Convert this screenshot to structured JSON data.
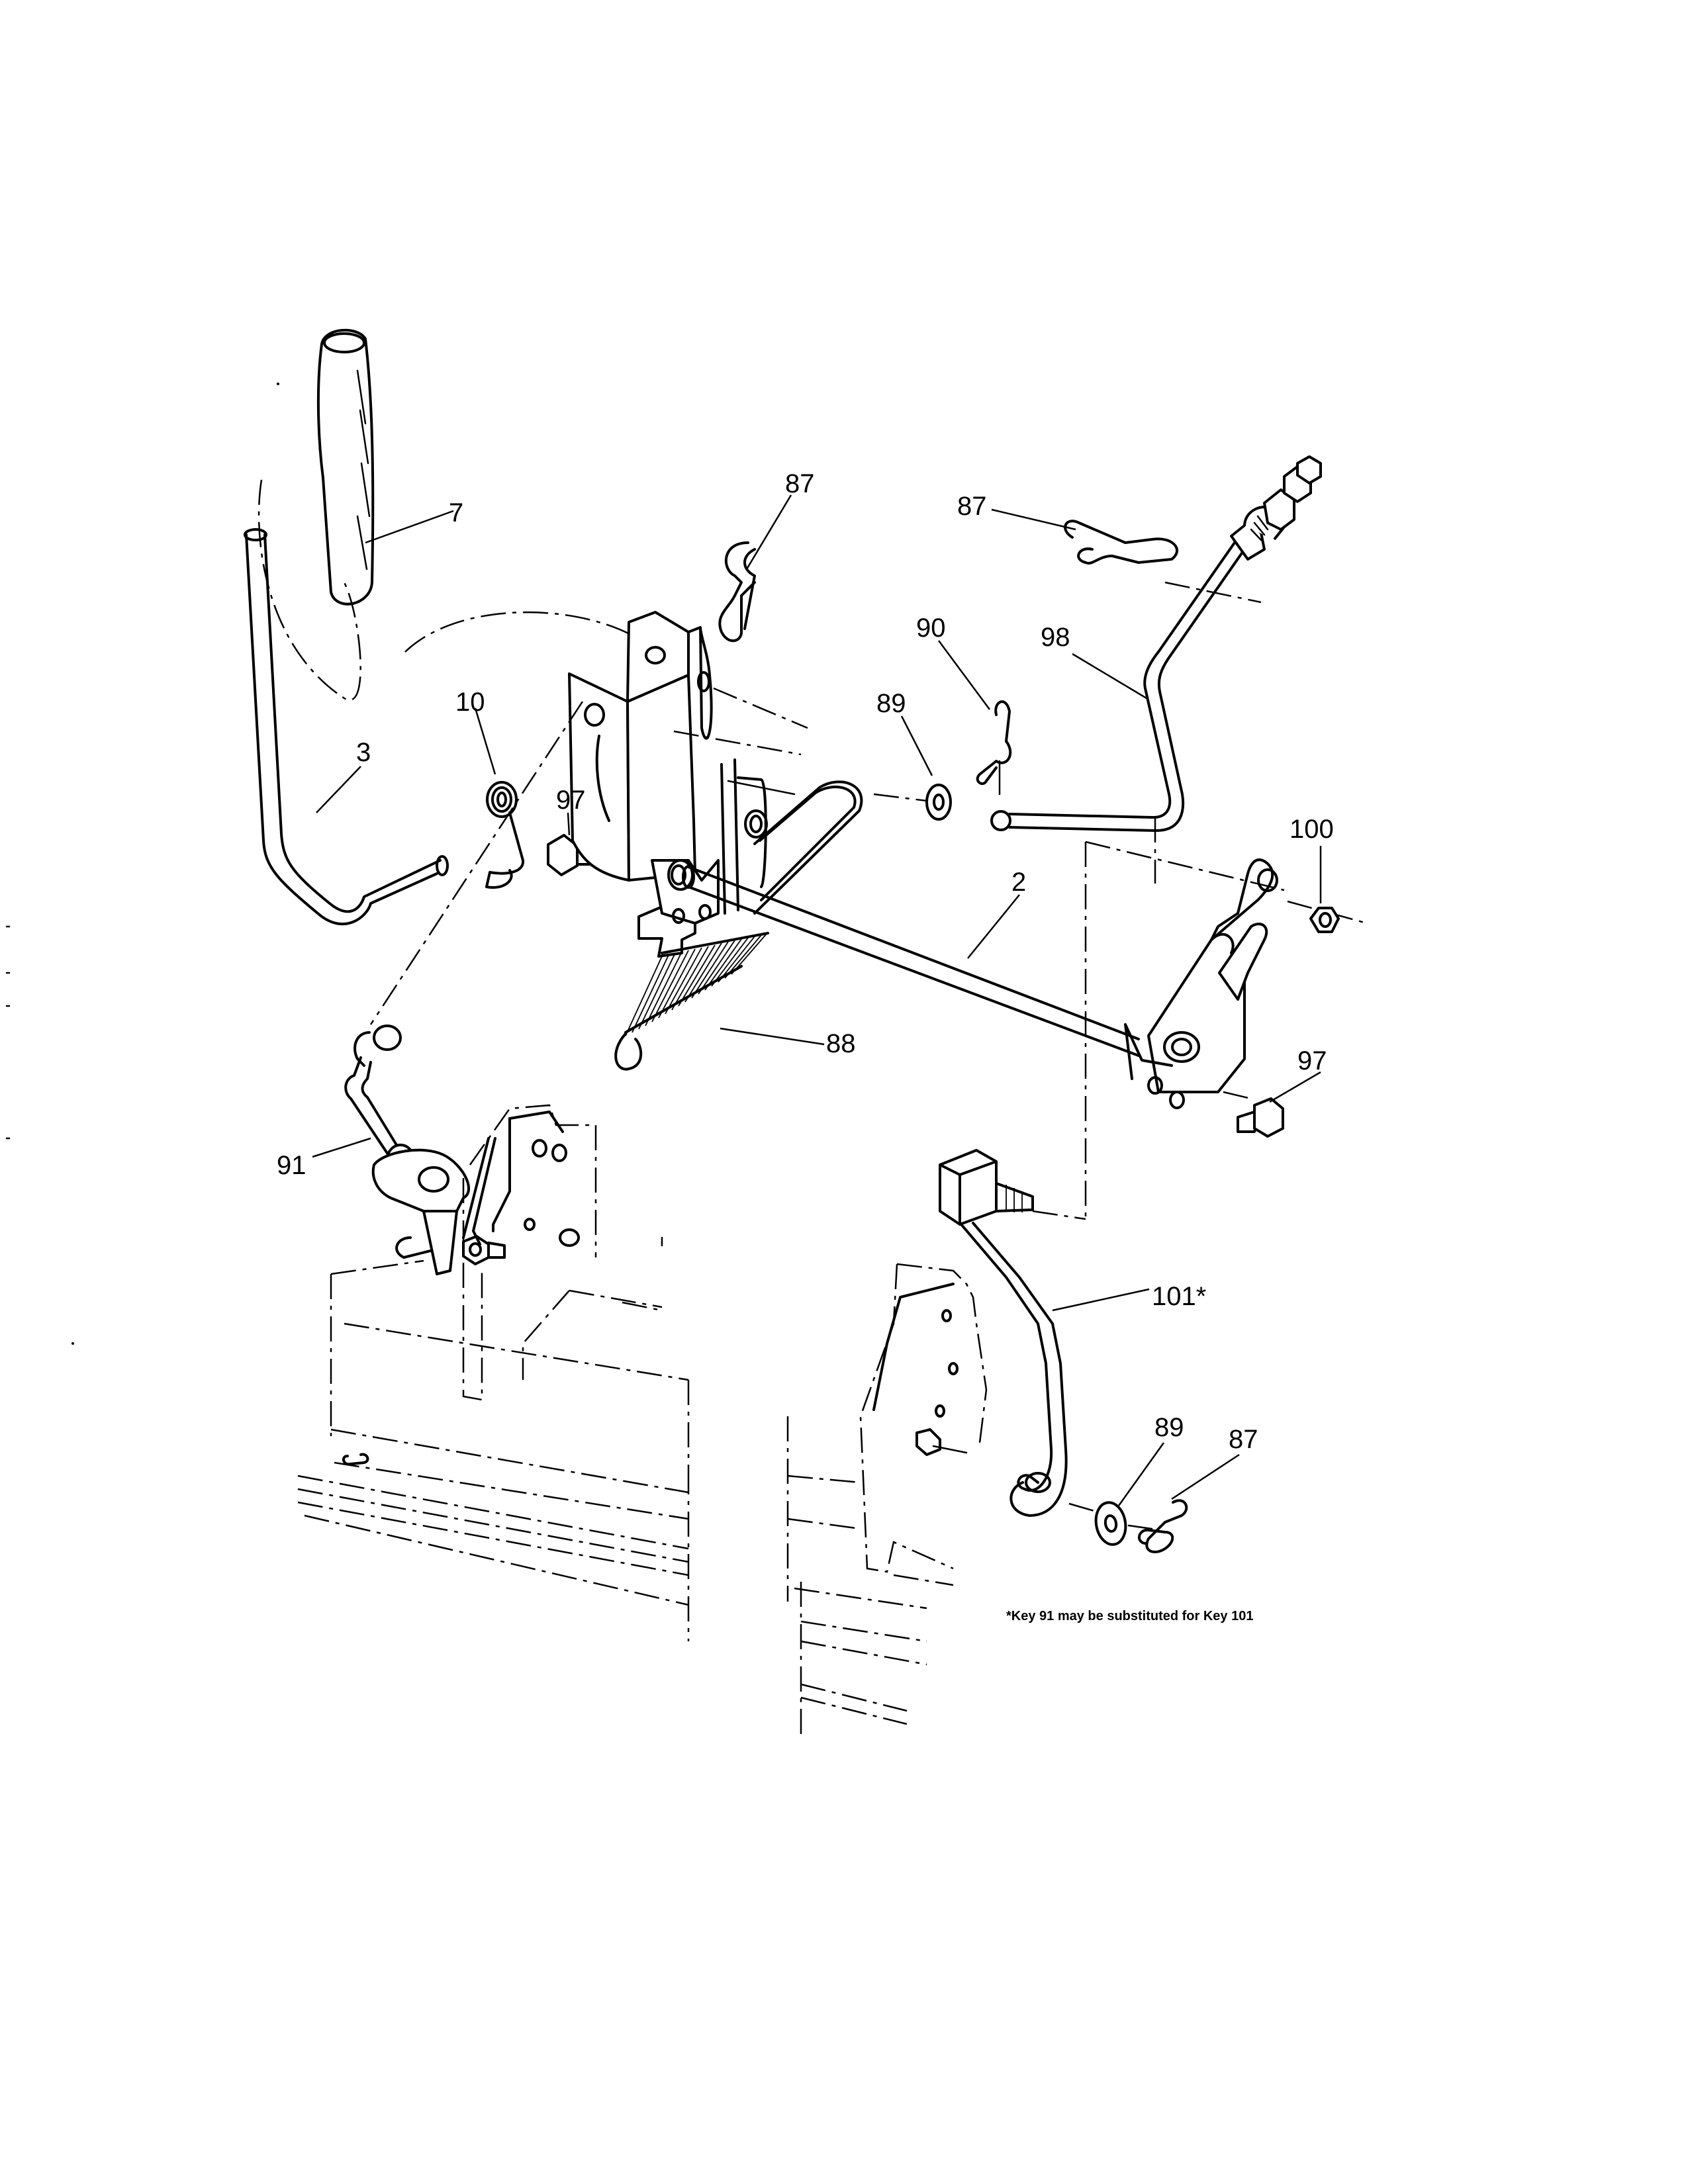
{
  "callouts": {
    "c7": "7",
    "c87a": "87",
    "c87b": "87",
    "c90": "90",
    "c98": "98",
    "c89a": "89",
    "c10": "10",
    "c3": "3",
    "c97a": "97",
    "c100": "100",
    "c2": "2",
    "c88": "88",
    "c97b": "97",
    "c91": "91",
    "c101": "101*",
    "c89b": "89",
    "c87c": "87"
  },
  "footnote": "*Key 91 may be substituted for Key 101"
}
